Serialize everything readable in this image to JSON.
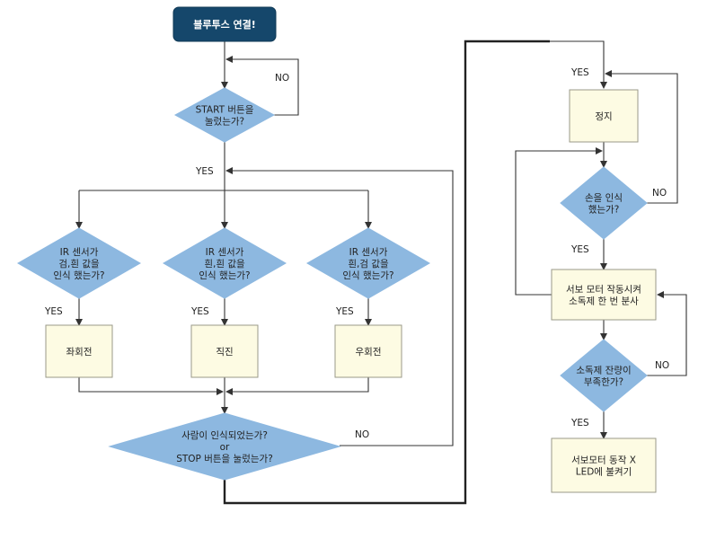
{
  "nodes": {
    "start": [
      "블루투스 연결!"
    ],
    "d_start": [
      "START 버튼을",
      "눌렀는가?"
    ],
    "d_ir_left": [
      "IR 센서가",
      "검,흰 값을",
      "인식 했는가?"
    ],
    "d_ir_mid": [
      "IR 센서가",
      "흰,흰 값을",
      "인식 했는가?"
    ],
    "d_ir_right": [
      "IR 센서가",
      "흰,검 값을",
      "인식 했는가?"
    ],
    "p_left": [
      "좌회전"
    ],
    "p_straight": [
      "직진"
    ],
    "p_right": [
      "우회전"
    ],
    "d_person": [
      "사람이 인식되었는가?",
      "or",
      "STOP 버튼을 눌렀는가?"
    ],
    "p_stop": [
      "정지"
    ],
    "d_hand": [
      "손을 인식",
      "했는가?"
    ],
    "p_spray": [
      "서보 모터 작동시켜",
      "소독제 한 번 분사"
    ],
    "d_low": [
      "소독제 잔량이",
      "부족한가?"
    ],
    "p_led": [
      "서보모터 동작 X",
      "LED에 불켜기"
    ]
  },
  "labels": {
    "no_start": "NO",
    "yes_start": "YES",
    "yes_left": "YES",
    "yes_mid": "YES",
    "yes_right": "YES",
    "no_person": "NO",
    "yes_top": "YES",
    "no_hand": "NO",
    "yes_hand": "YES",
    "no_low": "NO",
    "yes_low": "YES"
  },
  "colors": {
    "start_fill": "#15476b",
    "decision_fill": "#8db8e0",
    "process_fill": "#fdfbe3"
  }
}
